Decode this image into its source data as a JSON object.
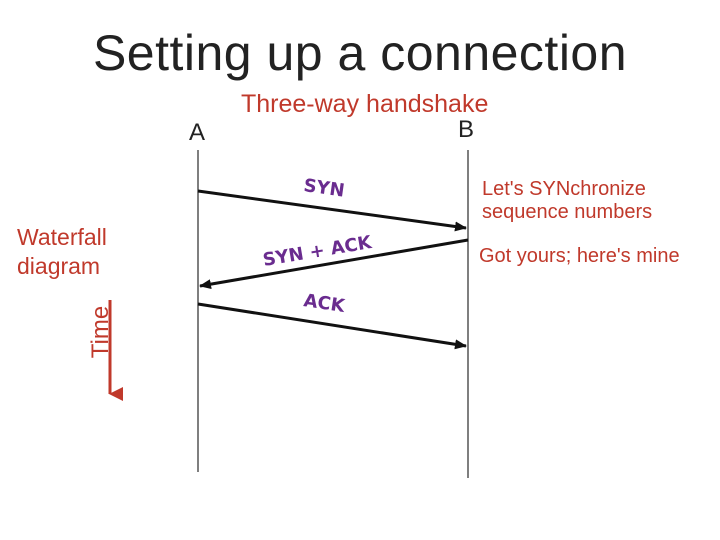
{
  "title": "Setting up a connection",
  "subtitle": "Three-way handshake",
  "hosts": {
    "a": "A",
    "b": "B"
  },
  "side_label": {
    "line1": "Waterfall",
    "line2": "diagram"
  },
  "time_label": "Time",
  "messages": {
    "syn": "SYN",
    "syn_ack": "SYN + ACK",
    "ack": "ACK"
  },
  "annotations": {
    "syn_line1": "Let's SYNchronize",
    "syn_line2": "sequence numbers",
    "syn_ack": "Got yours; here's mine"
  },
  "colors": {
    "accent": "#c0392b",
    "message": "#6a2c8f",
    "ink": "#222222"
  }
}
